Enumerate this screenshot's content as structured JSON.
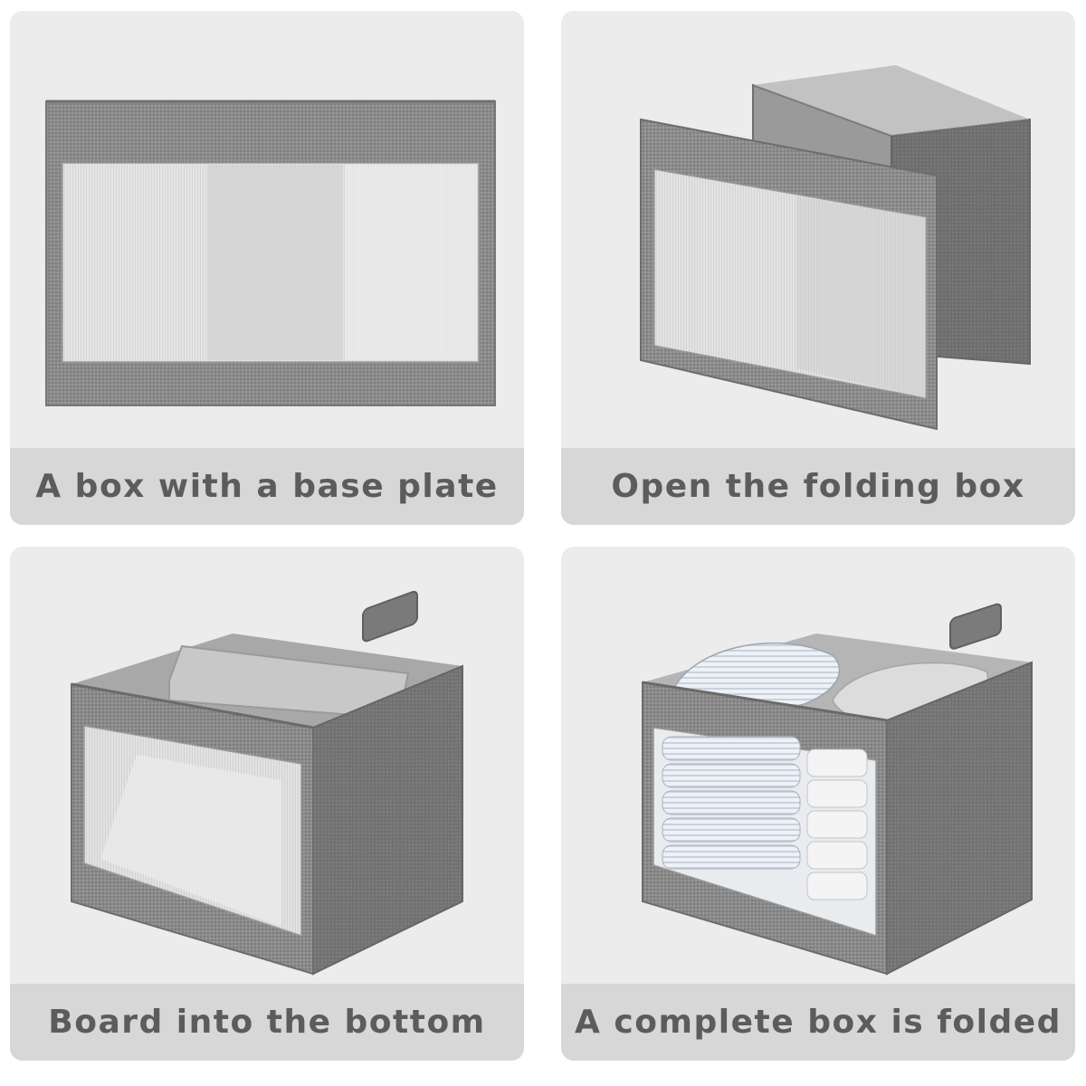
{
  "panels": [
    {
      "caption": "A box with a base plate"
    },
    {
      "caption": "Open the folding box"
    },
    {
      "caption": "Board into the bottom"
    },
    {
      "caption": "A complete box is folded"
    }
  ],
  "colors": {
    "panel_bg": "#ececec",
    "caption_bg": "#d7d7d7",
    "caption_text": "#5c5c5c",
    "fabric": "#8a8a8a",
    "window": "#e6e6e6"
  }
}
